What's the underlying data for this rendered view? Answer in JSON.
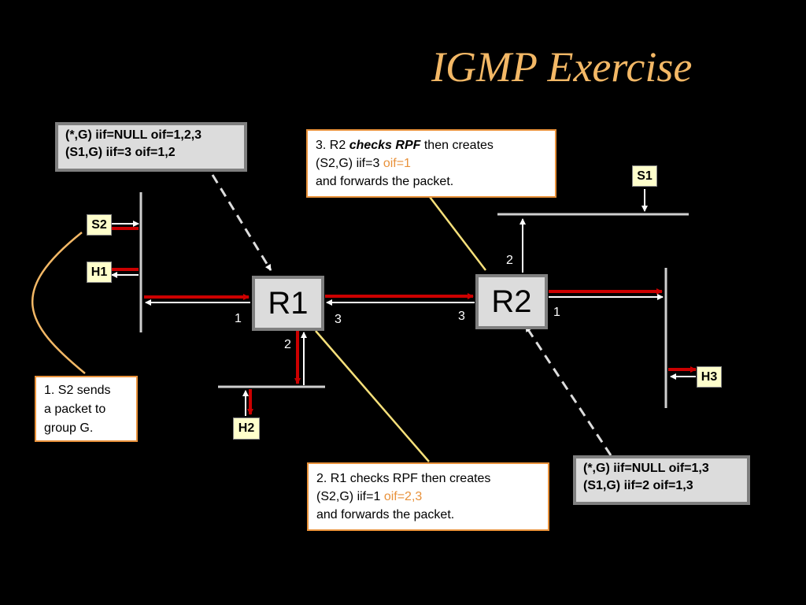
{
  "title": "IGMP Exercise",
  "r1_table": {
    "line1": "(*,G) iif=NULL oif=1,2,3",
    "line2": "(S1,G) iif=3 oif=1,2"
  },
  "r2_table": {
    "line1": "(*,G) iif=NULL oif=1,3",
    "line2": "(S1,G) iif=2 oif=1,3"
  },
  "routers": {
    "r1": "R1",
    "r2": "R2"
  },
  "hosts": {
    "s1": "S1",
    "s2": "S2",
    "h1": "H1",
    "h2": "H2",
    "h3": "H3"
  },
  "ports": {
    "r1_left": "1",
    "r1_right": "3",
    "r1_bottom": "2",
    "r2_left": "3",
    "r2_right": "1",
    "r2_top": "2"
  },
  "note1": {
    "line1": "1. S2 sends",
    "line2": "a packet to",
    "line3": "group G."
  },
  "note2": {
    "line1": "2.  R1 checks RPF then creates",
    "line2_plain": "(S2,G) iif=1 ",
    "line2_highlight": "oif=2,3",
    "line3": "and forwards the packet."
  },
  "note3": {
    "line1_prefix": "3.  R2 ",
    "line1_emphasis": "checks RPF",
    "line1_suffix": " then creates",
    "line2_plain": "(S2,G) iif=3 ",
    "line2_highlight": "oif=1",
    "line3": "and forwards the packet."
  },
  "colors": {
    "background": "#000000",
    "title": "#F3B866",
    "accent_orange": "#E8913A",
    "packet_red": "#CC0000",
    "link_white": "#FFFFFF",
    "box_grey": "#DCDCDC",
    "host_fill": "#FFFFCC"
  }
}
